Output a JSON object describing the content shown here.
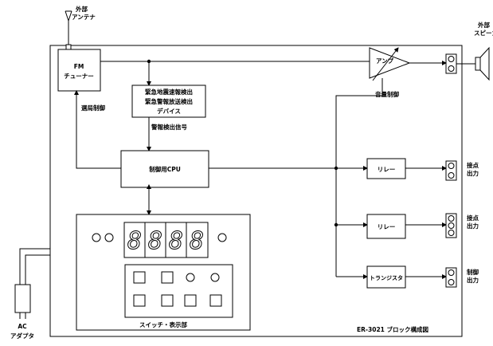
{
  "antenna": {
    "line1": "外部",
    "line2": "アンテナ"
  },
  "speaker": {
    "line1": "外部",
    "line2": "スピーカ"
  },
  "tuner": {
    "line1": "FM",
    "line2": "チューナー"
  },
  "detector": {
    "line1": "緊急地震速報検出",
    "line2": "緊急警報放送検出",
    "line3": "デバイス"
  },
  "amp_label": "アンプ",
  "volume_label": "音量制御",
  "channel_label": "選局制御",
  "signal_label": "警報検出信号",
  "cpu_label": "制御用CPU",
  "relay1": "リレー",
  "relay2": "リレー",
  "transistor": "トランジスタ",
  "out1": {
    "line1": "接点",
    "line2": "出力"
  },
  "out2": {
    "line1": "接点",
    "line2": "出力"
  },
  "out3": {
    "line1": "制御",
    "line2": "出力"
  },
  "panel_label": "スイッチ・表示部",
  "footer_label": "ER-3021 ブロック構成図",
  "adapter": {
    "line1": "AC",
    "line2": "アダプタ"
  },
  "display": {
    "digits": "8888"
  }
}
